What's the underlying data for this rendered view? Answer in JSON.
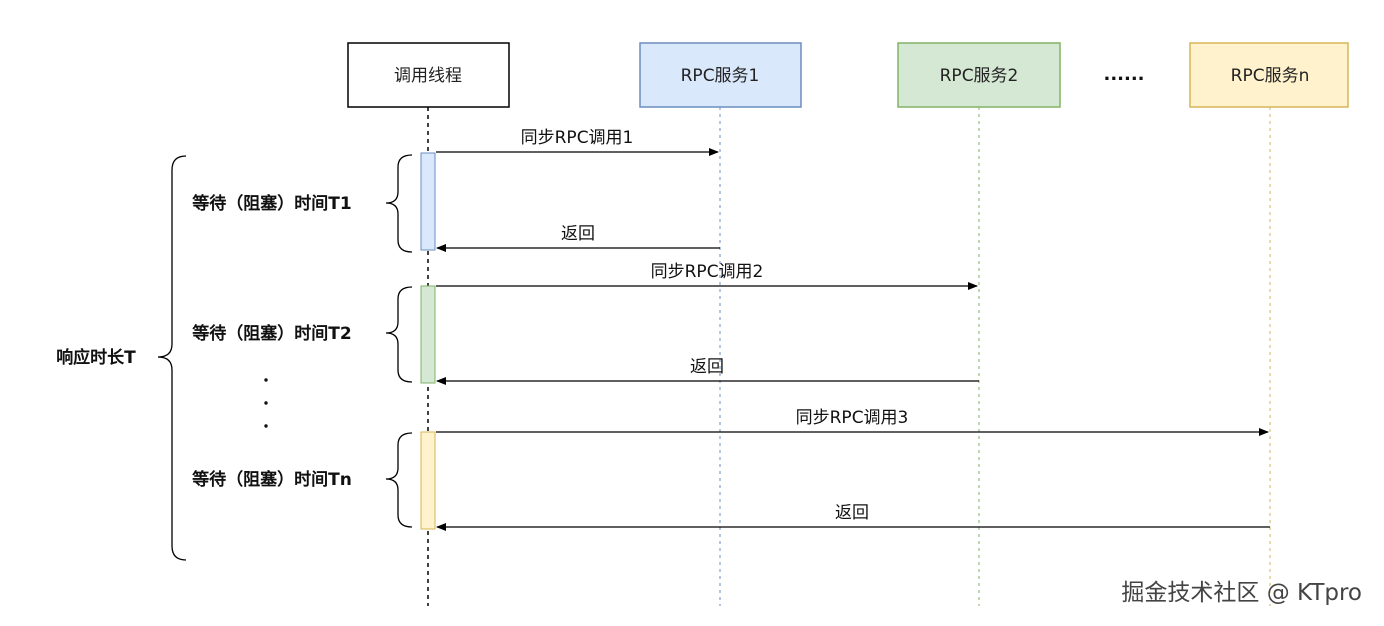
{
  "participants": [
    {
      "label": "调用线程",
      "fill": "#ffffff",
      "stroke": "#000000"
    },
    {
      "label": "RPC服务1",
      "fill": "#dae8fc",
      "stroke": "#6c8ebf"
    },
    {
      "label": "RPC服务2",
      "fill": "#d5e8d4",
      "stroke": "#82b366"
    },
    {
      "label": "RPC服务n",
      "fill": "#fff2cc",
      "stroke": "#d6b656"
    }
  ],
  "ellipsis": "......",
  "messages": {
    "call1": "同步RPC调用1",
    "ret1": "返回",
    "call2": "同步RPC调用2",
    "ret2": "返回",
    "call3": "同步RPC调用3",
    "ret3": "返回"
  },
  "waits": {
    "t1": "等待（阻塞）时间T1",
    "t2": "等待（阻塞）时间T2",
    "tn": "等待（阻塞）时间Tn"
  },
  "response_label": "响应时长T",
  "watermark": "掘金技术社区 @ KTpro"
}
